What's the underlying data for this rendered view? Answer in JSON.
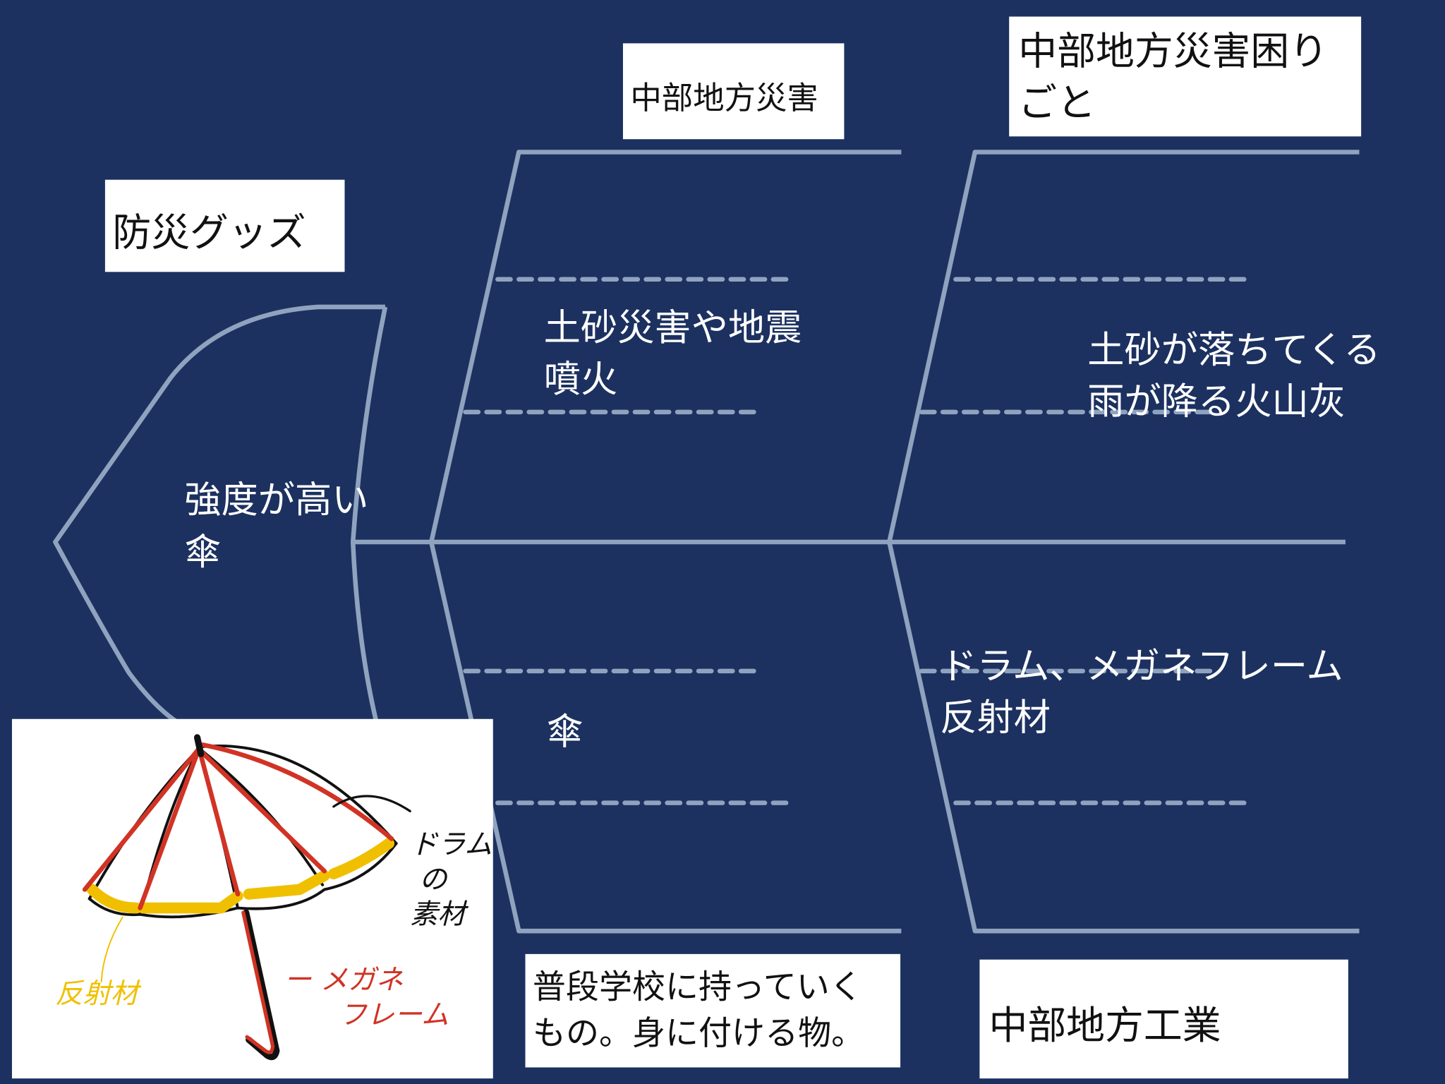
{
  "boxes": {
    "goods": "防災グッズ",
    "disaster": "中部地方災害",
    "trouble_line1": "中部地方災害困り",
    "trouble_line2": "ごと",
    "school_line1": "普段学校に持っていく",
    "school_line2": "もの。身に付ける物。",
    "industry": "中部地方工業"
  },
  "head_text": {
    "line1": "強度が高い",
    "line2": "傘"
  },
  "upper_left_text": {
    "line1": "土砂災害や地震",
    "line2": "噴火"
  },
  "upper_right_text": {
    "line1": "土砂が落ちてくる",
    "line2": "雨が降る火山灰"
  },
  "lower_right_text": {
    "line1": "ドラム、メガネフレーム",
    "line2": "反射材"
  },
  "lower_left_text": "傘",
  "drawing": {
    "label_drum_line1": "ドラム",
    "label_drum_line2": "の",
    "label_drum_line3": "素材",
    "label_reflector": "反射材",
    "label_frame_line1": "ー メガネ",
    "label_frame_line2": "フレーム"
  },
  "colors": {
    "background": "#1c3160",
    "lines": "#8fa3bf",
    "rib": "#d13324",
    "reflector": "#f0c000"
  }
}
